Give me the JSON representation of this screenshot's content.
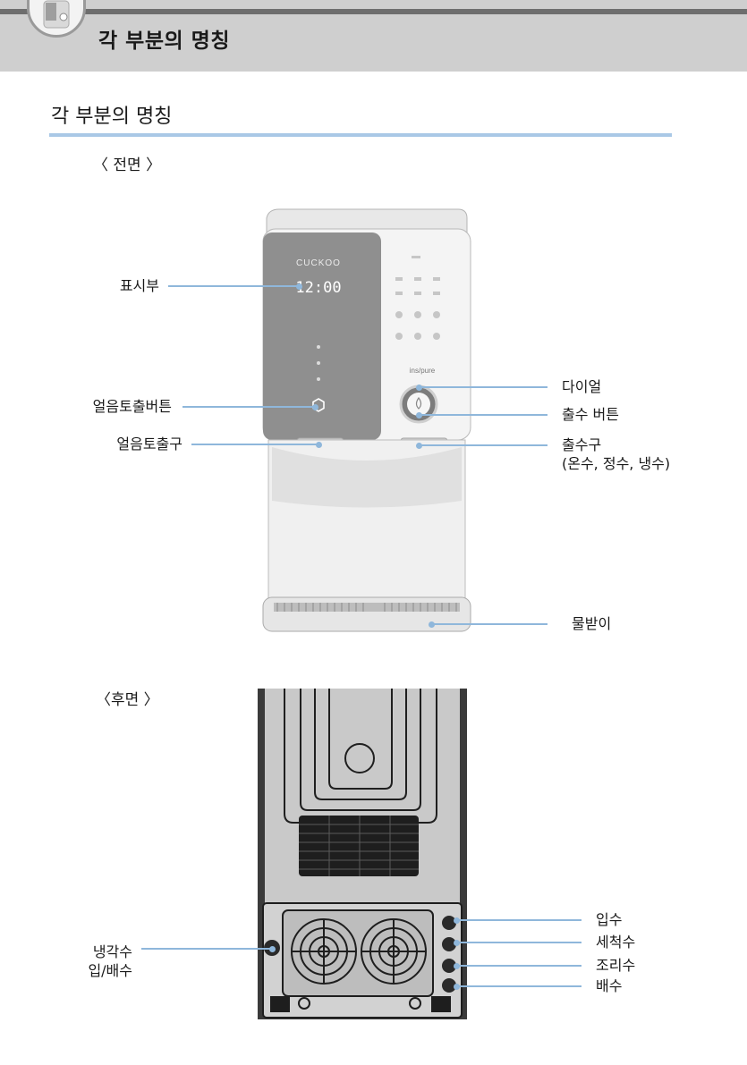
{
  "header": {
    "title": "각 부분의 명칭"
  },
  "section": {
    "title": "각 부분의 명칭"
  },
  "front": {
    "view_label": "〈 전면 〉",
    "display_time": "12:00",
    "brand": "CUCKOO",
    "sub_brand": "ins/pure",
    "callouts": {
      "display": "표시부",
      "ice_button": "얼음토출버튼",
      "ice_outlet": "얼음토출구",
      "dial": "다이얼",
      "water_button": "출수 버튼",
      "water_outlet_line1": "출수구",
      "water_outlet_line2": "(온수, 정수, 냉수)",
      "drip_tray": "물받이"
    }
  },
  "rear": {
    "view_label": "〈후면 〉",
    "callouts": {
      "cooling_line1": "냉각수",
      "cooling_line2": "입/배수",
      "inlet": "입수",
      "wash": "세척수",
      "cook": "조리수",
      "drain": "배수"
    }
  },
  "colors": {
    "header_bg": "#cfcfcf",
    "accent_line": "#a9c8e6",
    "leader_line": "#8fb7db"
  }
}
